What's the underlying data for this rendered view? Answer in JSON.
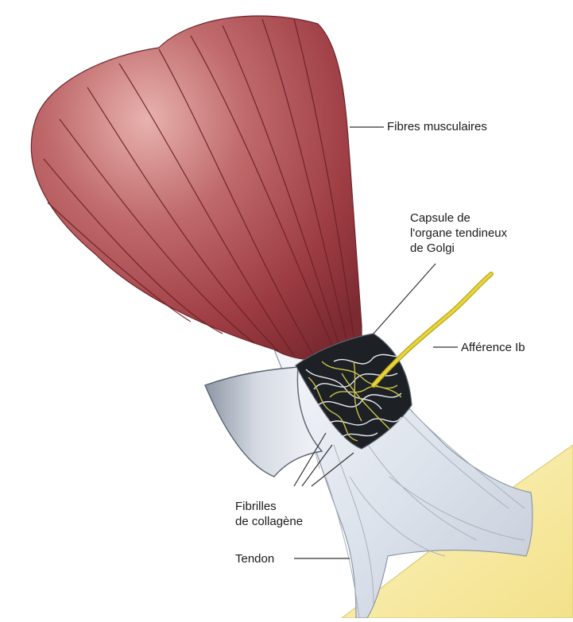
{
  "labels": {
    "muscle_fibers": "Fibres musculaires",
    "capsule": "Capsule de\nl'organe tendineux\nde Golgi",
    "afferent": "Afférence Ib",
    "collagen": "Fibrilles\nde collagène",
    "tendon": "Tendon"
  },
  "colors": {
    "muscle": "#a8474c",
    "muscle_dark": "#7c2a30",
    "tendon": "#e9edf3",
    "nerve": "#d8c51e",
    "bone": "#f6eba5"
  }
}
